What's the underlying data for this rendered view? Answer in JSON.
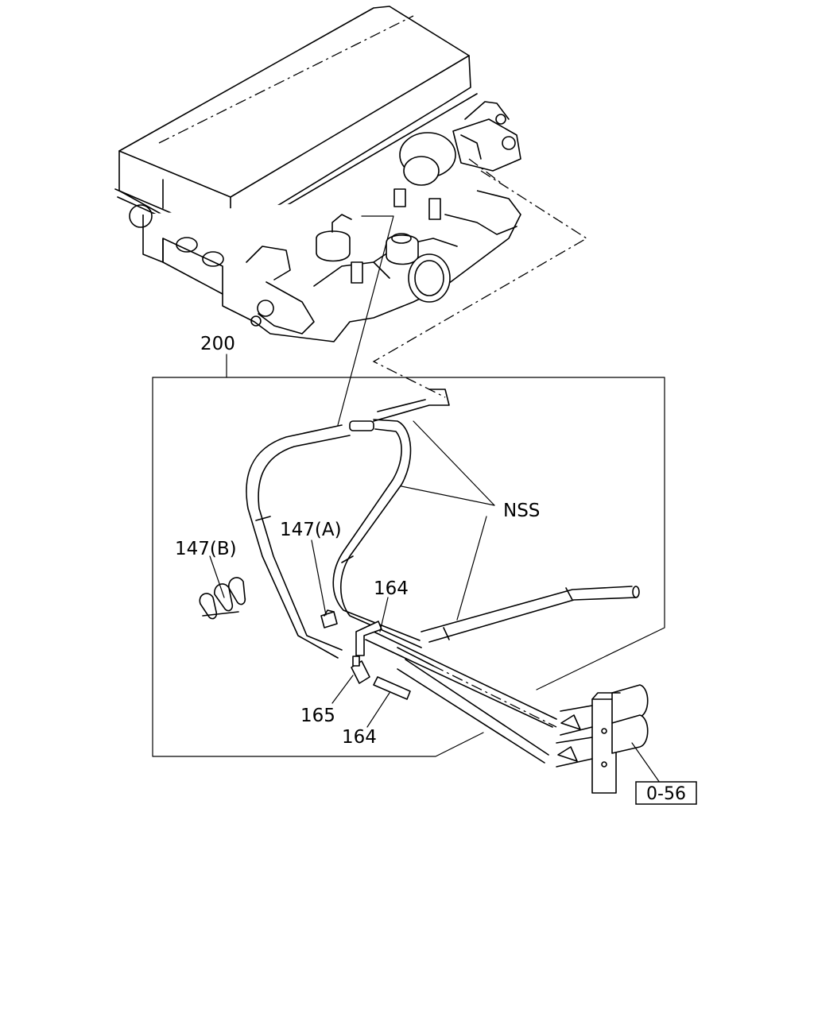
{
  "labels": {
    "assembly": "200",
    "nss": "NSS",
    "clip_b": "147(B)",
    "clip_a": "147(A)",
    "hose_upper": "164",
    "connector": "165",
    "hose_lower": "164",
    "ref_box": "0-56"
  }
}
